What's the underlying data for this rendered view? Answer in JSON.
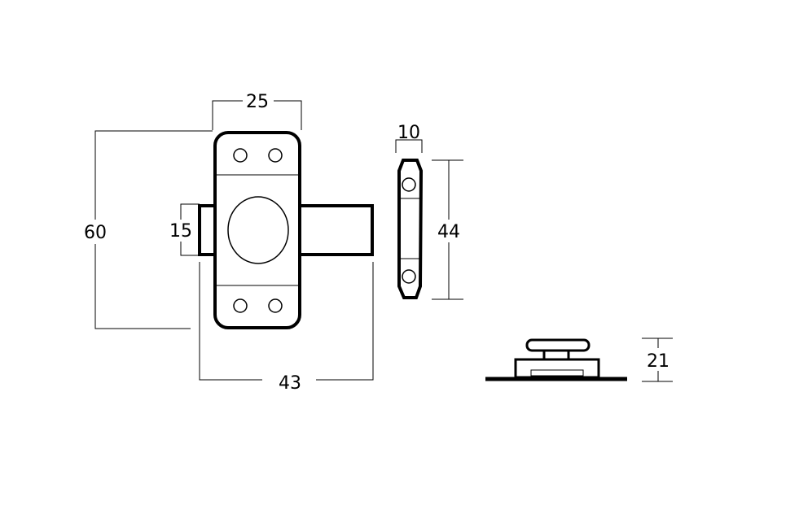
{
  "dimensions": {
    "width_plate": "25",
    "height_plate": "60",
    "bolt_height": "15",
    "overall_width": "43",
    "side_width": "10",
    "side_height": "44",
    "projection": "21"
  },
  "colors": {
    "line": "#000000",
    "background": "#ffffff"
  }
}
